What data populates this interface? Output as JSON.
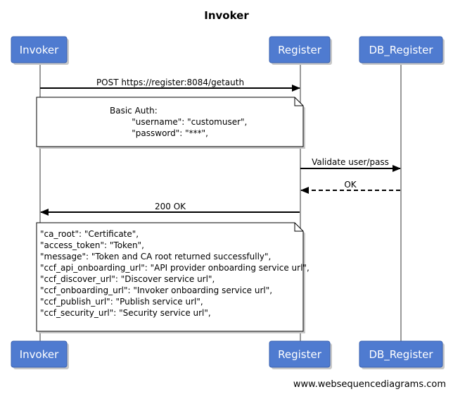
{
  "title": "Invoker",
  "participants": [
    {
      "id": "invoker",
      "label": "Invoker"
    },
    {
      "id": "register",
      "label": "Register"
    },
    {
      "id": "db_register",
      "label": "DB_Register"
    }
  ],
  "messages": [
    {
      "from": "invoker",
      "to": "register",
      "label": "POST https://register:8084/getauth",
      "style": "solid"
    },
    {
      "from": "register",
      "to": "db_register",
      "label": "Validate user/pass",
      "style": "solid"
    },
    {
      "from": "db_register",
      "to": "register",
      "label": "OK",
      "style": "dashed"
    },
    {
      "from": "register",
      "to": "invoker",
      "label": "200 OK",
      "style": "solid"
    }
  ],
  "notes": [
    {
      "lines": [
        "Basic Auth:",
        "    \"username\": \"customuser\",",
        "    \"password\": \"***\","
      ]
    },
    {
      "lines": [
        "\"ca_root\": \"Certificate\",",
        "\"access_token\": \"Token\",",
        "\"message\": \"Token and CA root returned successfully\",",
        "\"ccf_api_onboarding_url\": \"API provider onboarding service url\",",
        "\"ccf_discover_url\": \"Discover service url\",",
        "\"ccf_onboarding_url\": \"Invoker onboarding service url\",",
        "\"ccf_publish_url\": \"Publish service url\",",
        "\"ccf_security_url\": \"Security service url\","
      ]
    }
  ],
  "footer": "www.websequencediagrams.com",
  "colors": {
    "actor_fill": "#4f7bd0",
    "actor_stroke": "#3a62b0",
    "lifeline": "#9a9a9a",
    "note_fill": "#ffffff",
    "shadow": "#c8c8c8"
  }
}
